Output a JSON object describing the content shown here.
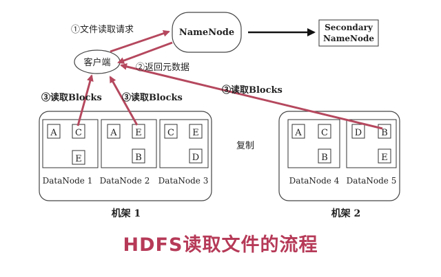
{
  "namenode": {
    "label": "NameNode"
  },
  "secondary": {
    "line1": "Secondary",
    "line2": "NameNode"
  },
  "client": {
    "label": "客户端"
  },
  "steps": {
    "request": "①文件读取请求",
    "return_meta": "②返回元数据",
    "read1": "③读取Blocks",
    "read2": "③读取Blocks",
    "read3": "③读取Blocks"
  },
  "replicate_label": "复制",
  "racks": [
    {
      "label": "机架 1",
      "datanodes": [
        {
          "label": "DataNode 1",
          "blocks": [
            "A",
            "C",
            "E"
          ]
        },
        {
          "label": "DataNode 2",
          "blocks": [
            "A",
            "E",
            "B"
          ]
        },
        {
          "label": "DataNode 3",
          "blocks": [
            "C",
            "E",
            "D"
          ]
        }
      ]
    },
    {
      "label": "机架 2",
      "datanodes": [
        {
          "label": "DataNode 4",
          "blocks": [
            "A",
            "C",
            "B"
          ]
        },
        {
          "label": "DataNode 5",
          "blocks": [
            "D",
            "B",
            "E"
          ]
        }
      ]
    }
  ],
  "caption": "HDFS读取文件的流程",
  "colors": {
    "read_arrow": "#b5485e",
    "black_arrow": "#111111",
    "caption": "#b63a58"
  }
}
